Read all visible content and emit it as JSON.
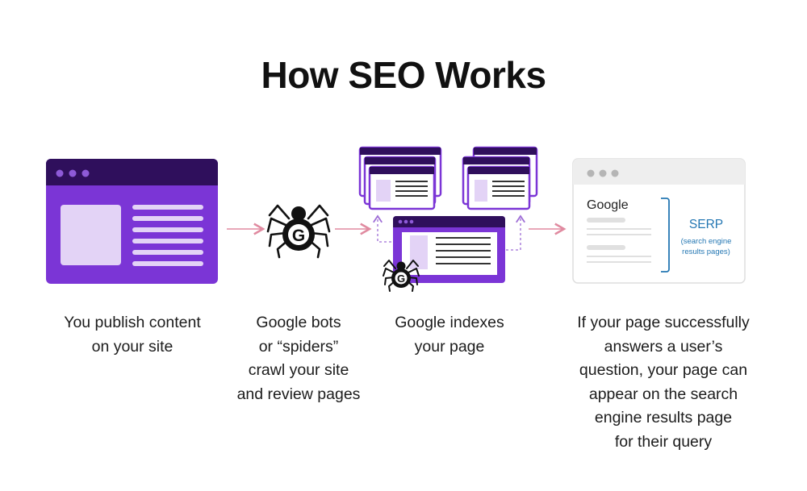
{
  "title": "How SEO Works",
  "steps": [
    {
      "caption": [
        "You publish content",
        "on your site"
      ]
    },
    {
      "caption": [
        "Google bots",
        "or “spiders”",
        "crawl your site",
        "and review pages"
      ],
      "spider_letter": "G"
    },
    {
      "caption": [
        "Google indexes",
        "your page"
      ],
      "spider_letter": "G"
    },
    {
      "caption": [
        "If your page successfully",
        "answers a user’s",
        "question, your page can",
        "appear on the search",
        "engine results page",
        "for their query"
      ],
      "serp": {
        "brand": "Google",
        "label": "SERP",
        "sublabel": [
          "(search engine",
          "results pages)"
        ]
      }
    }
  ],
  "colors": {
    "purple": "#7b35d6",
    "purple_dark": "#2f0f5c",
    "lavender": "#e3d3f6",
    "arrow": "#e08aa0",
    "serp_blue": "#2477b3",
    "gray_bar": "#e0e0e0",
    "gray_dot": "#b5b5b5"
  },
  "icons": [
    "spider-icon",
    "browser-window-icon",
    "arrow-right-icon",
    "dashed-arrow-up-icon"
  ]
}
